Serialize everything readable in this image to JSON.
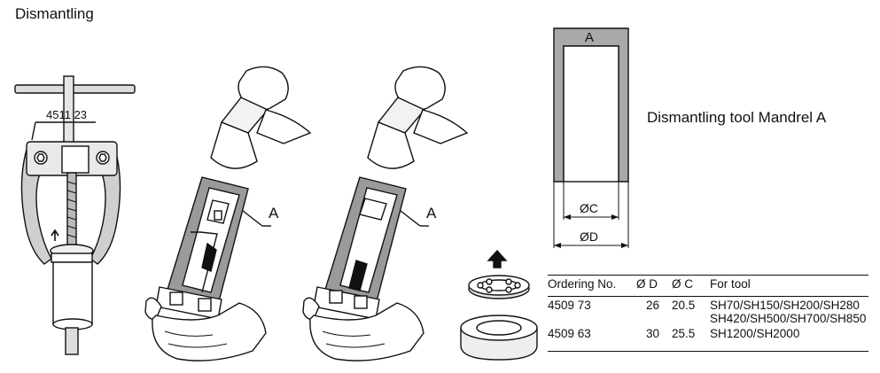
{
  "title": "Dismantling",
  "puller_label": "4511 23",
  "mandrel_labels": [
    "A",
    "A"
  ],
  "mandrel_cap_label": "A",
  "dim_c": "ØC",
  "dim_d": "ØD",
  "caption": "Dismantling tool Mandrel A",
  "table": {
    "headers": [
      "Ordering No.",
      "Ø D",
      "Ø C",
      "For tool"
    ],
    "rows": [
      {
        "ordering_no": "4509 73",
        "d": "26",
        "c": "20.5",
        "for_tool": [
          "SH70/SH150/SH200/SH280",
          "SH420/SH500/SH700/SH850"
        ]
      },
      {
        "ordering_no": "4509 63",
        "d": "30",
        "c": "25.5",
        "for_tool": [
          "SH1200/SH2000"
        ]
      }
    ]
  }
}
